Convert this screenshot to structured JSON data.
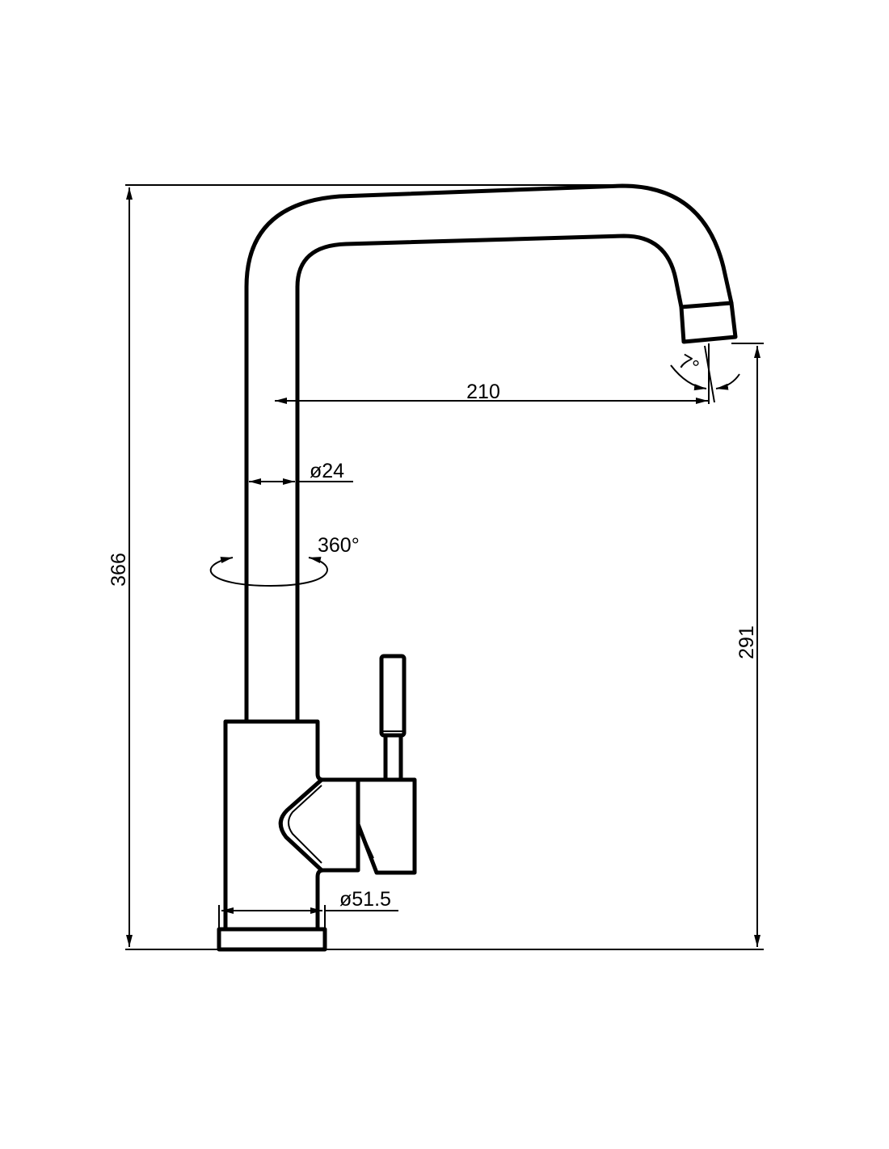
{
  "drawing": {
    "dimensions": {
      "overall_height": "366",
      "spout_outlet_height": "291",
      "spout_reach": "210",
      "spout_tube_diameter": "ø24",
      "body_diameter": "ø51.5",
      "rotation": "360°",
      "outlet_angle": "7°"
    },
    "colors": {
      "line": "#000000",
      "background": "#ffffff"
    }
  }
}
